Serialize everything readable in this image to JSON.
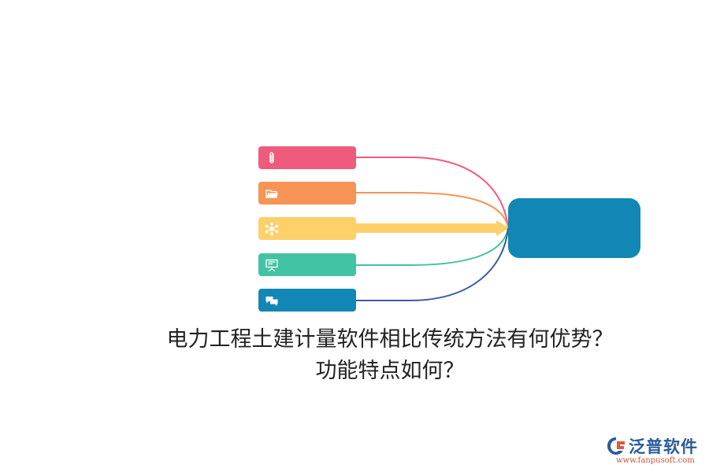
{
  "title": {
    "line1": "电力工程土建计量软件相比传统方法有何优势？",
    "line2": "功能特点如何？"
  },
  "diagram": {
    "center_node": {
      "label": "",
      "color": "#1287b5"
    },
    "branches": [
      {
        "icon": "paperclip-icon",
        "label": "",
        "color": "#ef5b7c"
      },
      {
        "icon": "folder-icon",
        "label": "",
        "color": "#f79455"
      },
      {
        "icon": "network-icon",
        "label": "",
        "color": "#fdd06a"
      },
      {
        "icon": "presentation-icon",
        "label": "",
        "color": "#42c4a4"
      },
      {
        "icon": "chat-icon",
        "label": "",
        "color": "#1287b5"
      }
    ],
    "connector_colors": [
      "#ef5b7c",
      "#f79455",
      "#fdd06a",
      "#42c4a4",
      "#3b5d9e"
    ]
  },
  "watermark": {
    "name": "泛普软件",
    "url": "www.fanpusoft.com"
  }
}
